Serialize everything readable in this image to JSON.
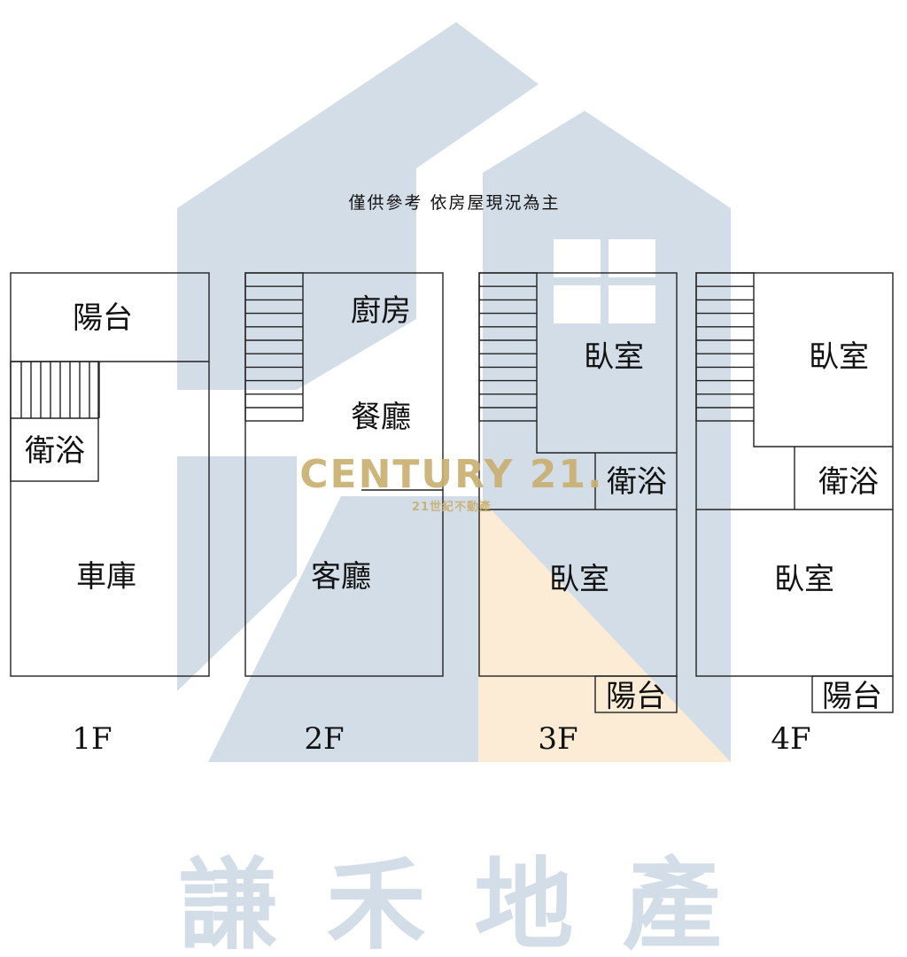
{
  "note": "僅供參考 依房屋現況為主",
  "watermark": {
    "logo": "CENTURY 21.",
    "logo_sub": "21世紀不動產",
    "agency": "謙 禾 地 產",
    "colors": {
      "house": "#d3dde7",
      "accent": "#fcecd6",
      "logo": "#c9b071"
    }
  },
  "floors": {
    "f1": {
      "label": "1F",
      "rooms": {
        "balcony": "陽台",
        "bath": "衛浴",
        "garage": "車庫"
      }
    },
    "f2": {
      "label": "2F",
      "rooms": {
        "kitchen": "廚房",
        "dining": "餐廳",
        "living": "客廳"
      }
    },
    "f3": {
      "label": "3F",
      "rooms": {
        "bedroom_a": "臥室",
        "bath": "衛浴",
        "bedroom_b": "臥室",
        "balcony": "陽台"
      }
    },
    "f4": {
      "label": "4F",
      "rooms": {
        "bedroom_a": "臥室",
        "bath": "衛浴",
        "bedroom_b": "臥室",
        "balcony": "陽台"
      }
    }
  }
}
